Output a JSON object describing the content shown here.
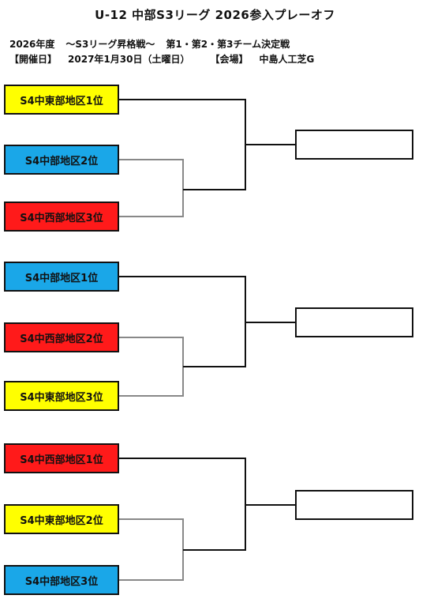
{
  "header": {
    "title": "U-12 中部S3リーグ 2026参入プレーオフ",
    "year": "2026年度",
    "event": "～S3リーグ昇格戦～",
    "decision": "第1・第2・第3チーム決定戦",
    "date_label": "【開催日】",
    "date": "2027年1月30日（土曜日）",
    "venue_label": "【会場】",
    "venue": "中島人工芝G"
  },
  "colors": {
    "yellow": "#ffff00",
    "blue": "#1aa7e8",
    "red": "#ff1a1a"
  },
  "groups": [
    {
      "teams": [
        {
          "label": "S4中東部地区1位",
          "color": "yellow"
        },
        {
          "label": "S4中部地区2位",
          "color": "blue"
        },
        {
          "label": "S4中西部地区3位",
          "color": "red"
        }
      ]
    },
    {
      "teams": [
        {
          "label": "S4中部地区1位",
          "color": "blue"
        },
        {
          "label": "S4中西部地区2位",
          "color": "red"
        },
        {
          "label": "S4中東部地区3位",
          "color": "yellow"
        }
      ]
    },
    {
      "teams": [
        {
          "label": "S4中西部地区1位",
          "color": "red"
        },
        {
          "label": "S4中東部地区2位",
          "color": "yellow"
        },
        {
          "label": "S4中部地区3位",
          "color": "blue"
        }
      ]
    }
  ]
}
